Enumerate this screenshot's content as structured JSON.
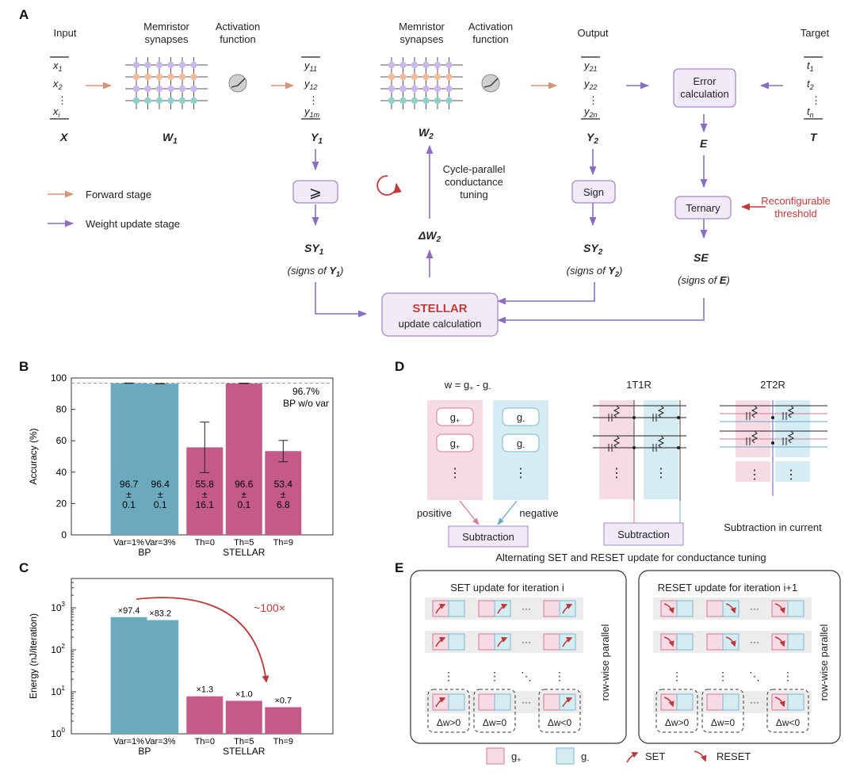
{
  "panel_labels": {
    "a": "A",
    "b": "B",
    "c": "C",
    "d": "D",
    "e": "E"
  },
  "panel_a": {
    "input_label": "Input",
    "syn1": [
      "Memristor",
      "synapses"
    ],
    "act1": [
      "Activation",
      "function"
    ],
    "syn2": [
      "Memristor",
      "synapses"
    ],
    "act2": [
      "Activation",
      "function"
    ],
    "output_label": "Output",
    "target_label": "Target",
    "x_vec": [
      "x",
      "x",
      "x"
    ],
    "x_sub": [
      "1",
      "2",
      "i"
    ],
    "y1_vec": [
      "y",
      "y",
      "y"
    ],
    "y1_sub": [
      "11",
      "12",
      "1m"
    ],
    "y2_vec": [
      "y",
      "y",
      "y"
    ],
    "y2_sub": [
      "21",
      "22",
      "2n"
    ],
    "t_vec": [
      "t",
      "t",
      "t"
    ],
    "t_sub": [
      "1",
      "2",
      "n"
    ],
    "dots": "⋮",
    "X": "X",
    "W1": "W",
    "W1_sub": "1",
    "Y1": "Y",
    "Y1_sub": "1",
    "W2": "W",
    "W2_sub": "2",
    "Y2": "Y",
    "Y2_sub": "2",
    "T": "T",
    "E": "E",
    "legend_forward": "Forward stage",
    "legend_update": "Weight update stage",
    "geq": "⩾",
    "cycle_text": [
      "Cycle-parallel",
      "conductance",
      "tuning"
    ],
    "dW2": "ΔW",
    "dW2_sub": "2",
    "sign_box": "Sign",
    "error_box": [
      "Error",
      "calculation"
    ],
    "ternary_box": "Ternary",
    "reconf": [
      "Reconfigurable",
      "threshold"
    ],
    "SY1": "SY",
    "SY1_sub": "1",
    "SY1_desc_a": "(signs of ",
    "SY1_desc_b": "Y",
    "SY1_desc_sub": "1",
    "SY1_desc_c": ")",
    "SY2": "SY",
    "SY2_sub": "2",
    "SY2_desc_a": "(signs of ",
    "SY2_desc_b": "Y",
    "SY2_desc_sub": "2",
    "SY2_desc_c": ")",
    "SE": "SE",
    "SE_desc_a": "(signs of ",
    "SE_desc_b": "E",
    "SE_desc_c": ")",
    "stellar_title": "STELLAR",
    "stellar_sub": "update calculation",
    "colors": {
      "forward": "#d4967a",
      "update": "#8a6fc0",
      "box_fill": "#f1eaf8",
      "box_stroke": "#a687c9",
      "red": "#c23b3b"
    }
  },
  "chart_data": [
    {
      "type": "bar",
      "ylabel": "Accuracy (%)",
      "ylim": [
        0,
        100
      ],
      "yticks": [
        0,
        20,
        40,
        60,
        80,
        100
      ],
      "categories": [
        "Var=1%",
        "Var=3%",
        "Th=0",
        "Th=5",
        "Th=9"
      ],
      "groups": [
        "BP",
        "BP",
        "STELLAR",
        "STELLAR",
        "STELLAR"
      ],
      "group_labels": [
        "BP",
        "STELLAR"
      ],
      "values": [
        96.7,
        96.4,
        55.8,
        96.6,
        53.4
      ],
      "errors": [
        0.1,
        0.1,
        16.1,
        0.1,
        6.8
      ],
      "bar_labels": [
        [
          "96.7",
          "±",
          "0.1"
        ],
        [
          "96.4",
          "±",
          "0.1"
        ],
        [
          "55.8",
          "±",
          "16.1"
        ],
        [
          "96.6",
          "±",
          "0.1"
        ],
        [
          "53.4",
          "±",
          "6.8"
        ]
      ],
      "reference_line": 96.7,
      "reference_text": [
        "96.7%",
        "BP w/o var"
      ],
      "colors": {
        "BP": "#6ba9bf",
        "STELLAR": "#c45a8a"
      }
    },
    {
      "type": "bar",
      "ylabel": "Energy (nJ/iteration)",
      "yscale": "log",
      "ylim": [
        1,
        5000
      ],
      "yticks": [
        "10^0",
        "10^1",
        "10^2",
        "10^3"
      ],
      "categories": [
        "Var=1%",
        "Var=3%",
        "Th=0",
        "Th=5",
        "Th=9"
      ],
      "groups": [
        "BP",
        "BP",
        "STELLAR",
        "STELLAR",
        "STELLAR"
      ],
      "group_labels": [
        "BP",
        "STELLAR"
      ],
      "values": [
        600,
        510,
        7.8,
        6.1,
        4.3
      ],
      "bar_labels": [
        "×97.4",
        "×83.2",
        "×1.3",
        "×1.0",
        "×0.7"
      ],
      "annotation": "~100×",
      "colors": {
        "BP": "#6ba9bf",
        "STELLAR": "#c45a8a"
      }
    }
  ],
  "panel_d": {
    "formula_a": "w = g",
    "formula_p": "+",
    "formula_b": " - g",
    "formula_m": "-",
    "g": "g",
    "gp": "+",
    "gm": "-",
    "positive": "positive",
    "negative": "negative",
    "subtraction": "Subtraction",
    "title_1t1r": "1T1R",
    "title_2t2r": "2T2R",
    "subtraction_current": "Subtraction in current",
    "colors": {
      "pink": "#f6dbe5",
      "blue": "#d6ecf3",
      "pink_stroke": "#d47a9c",
      "blue_stroke": "#7bb7cc"
    }
  },
  "panel_e": {
    "title": "Alternating SET and RESET update for conductance tuning",
    "set_title": "SET update for iteration i",
    "reset_title": "RESET update for iteration i+1",
    "row_wise": "row-wise parallel",
    "dw": [
      "Δw>0",
      "Δw=0",
      "Δw<0"
    ],
    "legend": {
      "gp": "g",
      "gp_sub": "+",
      "gm": "g",
      "gm_sub": "-",
      "set": "SET",
      "reset": "RESET"
    },
    "hdots": "···",
    "ddots": "⋱"
  }
}
